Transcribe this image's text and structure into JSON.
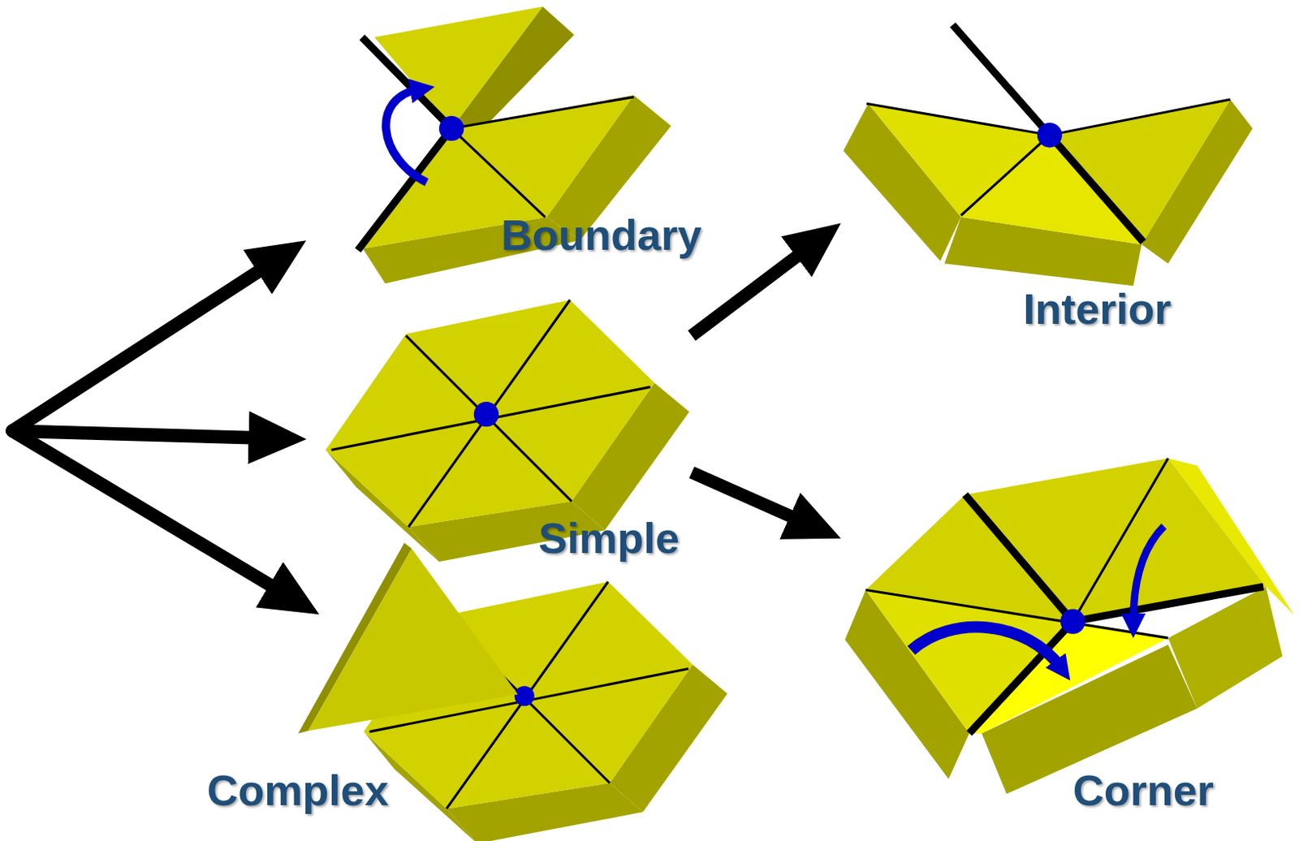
{
  "diagram": {
    "nodes": [
      {
        "text": [
          "Boundary"
        ]
      },
      {
        "text": [
          "Interior"
        ]
      },
      {
        "text": [
          "Simple"
        ]
      },
      {
        "text": [
          "Complex"
        ]
      },
      {
        "text": [
          "Corner"
        ]
      }
    ],
    "edges": [
      {
        "from": 2,
        "to": 1,
        "arrow": "to"
      },
      {
        "from": 2,
        "to": 4,
        "arrow": "to"
      }
    ]
  }
}
